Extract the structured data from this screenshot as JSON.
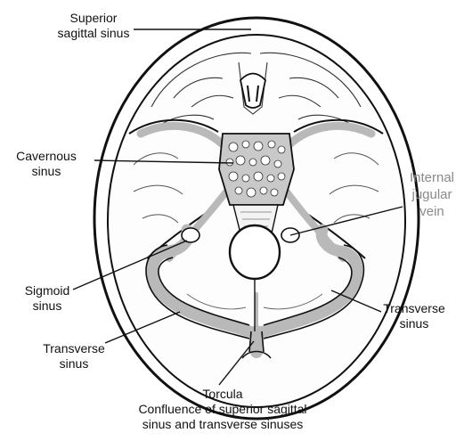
{
  "diagram": {
    "labels": {
      "superior_sagittal_sinus": {
        "line1": "Superior",
        "line2": "sagittal sinus"
      },
      "cavernous_sinus": {
        "line1": "Cavernous",
        "line2": "sinus"
      },
      "internal_jugular_vein": {
        "line1": "Internal",
        "line2": "jugular",
        "line3": "vein"
      },
      "sigmoid_sinus": {
        "line1": "Sigmoid",
        "line2": "sinus"
      },
      "transverse_sinus_right": {
        "line1": "Transverse",
        "line2": "sinus"
      },
      "transverse_sinus_left": {
        "line1": "Transverse",
        "line2": "sinus"
      },
      "torcula": {
        "line1": "Torcula",
        "line2": "Confluence of superior sagittal",
        "line3": "sinus and transverse sinuses"
      }
    },
    "colors": {
      "sinus_fill": "#b9b9b9",
      "outline": "#111111",
      "gray_label": "#8a8a8a"
    }
  }
}
